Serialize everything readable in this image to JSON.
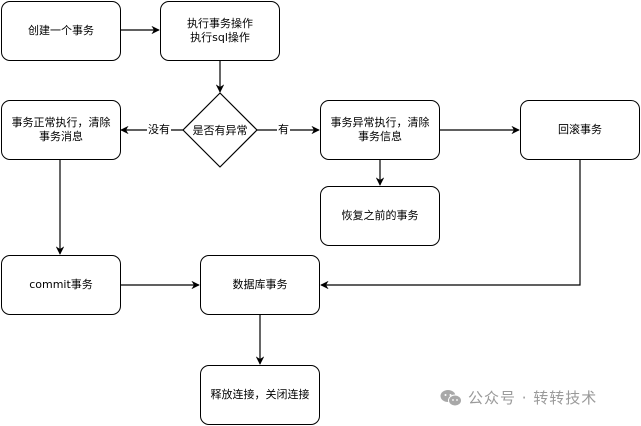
{
  "nodes": {
    "create": "创建一个事务",
    "execute_line1": "执行事务操作",
    "execute_line2": "执行sql操作",
    "decision": "是否有异常",
    "normal_line1": "事务正常执行，清除",
    "normal_line2": "事务消息",
    "abnormal_line1": "事务异常执行，清除",
    "abnormal_line2": "事务信息",
    "rollback": "回滚事务",
    "restore": "恢复之前的事务",
    "commit": "commit事务",
    "db": "数据库事务",
    "release": "释放连接，关闭连接"
  },
  "edges": {
    "no_label": "没有",
    "yes_label": "有"
  },
  "watermark": {
    "icon": "wechat-icon",
    "text": "公众号 · 转转技术"
  }
}
